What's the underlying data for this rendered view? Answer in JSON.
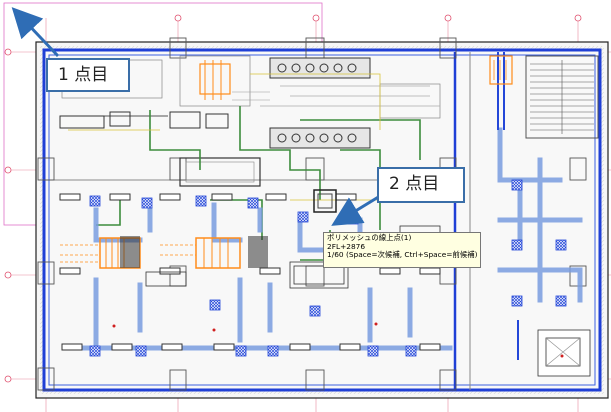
{
  "callouts": {
    "point1": "1 点目",
    "point2": "2 点目"
  },
  "tooltip": {
    "line1": "ポリメッシュの線上点(1)",
    "line2": "2FL+2876",
    "line3": "1/60 (Space=次候補, Ctrl+Space=前候補)"
  },
  "colors": {
    "accent_arrow": "#2f6db5",
    "wall": "#1f3fd6",
    "duct": "#7a9de0",
    "grid_line": "#e88aa0",
    "guide_box": "#e070c8",
    "equipment_orange": "#ff8c1a",
    "pipe_green": "#3c8c3c",
    "tooltip_bg": "#ffffe1"
  },
  "icons": [
    "grid-axis-marker-icon",
    "diffuser-icon",
    "snap-arrow-icon"
  ]
}
